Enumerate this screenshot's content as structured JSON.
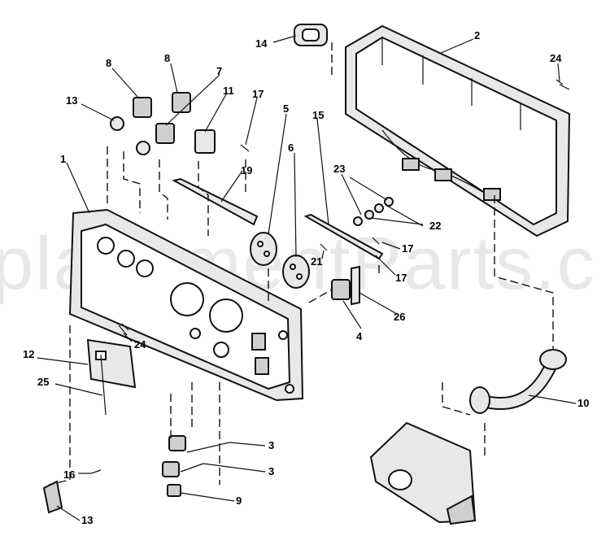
{
  "watermark": "placementParts.c",
  "callouts": {
    "c1": "1",
    "c2": "2",
    "c3a": "3",
    "c3b": "3",
    "c4": "4",
    "c5": "5",
    "c6": "6",
    "c7": "7",
    "c8a": "8",
    "c8b": "8",
    "c9": "9",
    "c10": "10",
    "c11": "11",
    "c12": "12",
    "c13a": "13",
    "c13b": "13",
    "c14": "14",
    "c15": "15",
    "c16": "16",
    "c17a": "17",
    "c17b": "17",
    "c17c": "17",
    "c19": "19",
    "c21": "21",
    "c22": "22",
    "c23": "23",
    "c24a": "24",
    "c24b": "24",
    "c25": "25",
    "c26": "26"
  }
}
